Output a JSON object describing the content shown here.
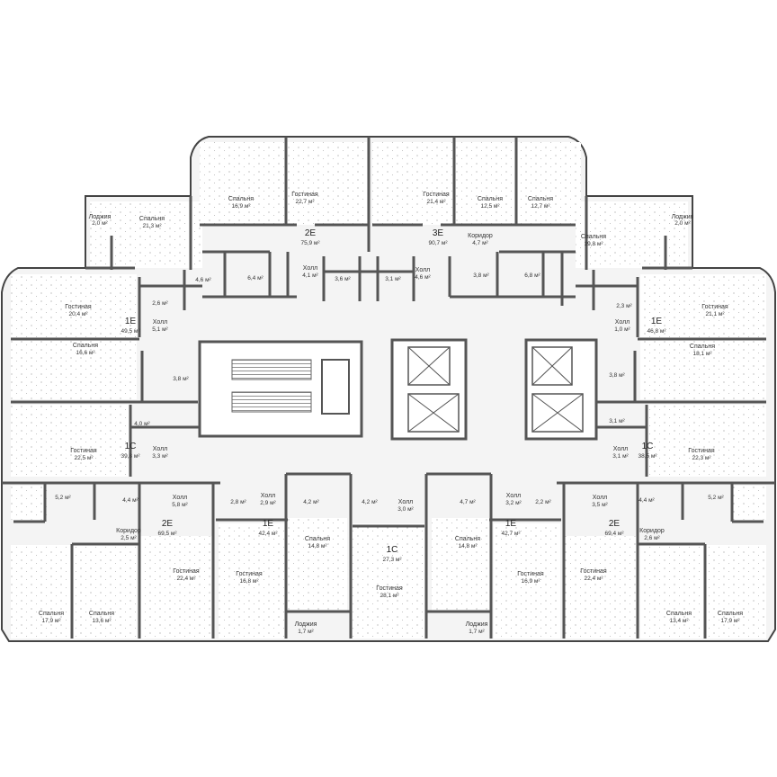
{
  "units": [
    {
      "id": "2E-top-left",
      "type": "2E",
      "area": "75,9 м²"
    },
    {
      "id": "3E-top",
      "type": "3E",
      "area": "90,7 м²"
    },
    {
      "id": "1E-left",
      "type": "1E",
      "area": "49,5 м²"
    },
    {
      "id": "1E-right",
      "type": "1E",
      "area": "46,8 м²"
    },
    {
      "id": "1C-left",
      "type": "1C",
      "area": "39,8 м²"
    },
    {
      "id": "1C-right",
      "type": "1C",
      "area": "38,5 м²"
    },
    {
      "id": "2E-bottom-left",
      "type": "2E",
      "area": "69,5 м²"
    },
    {
      "id": "1E-bottom-left",
      "type": "1E",
      "area": "42,4 м²"
    },
    {
      "id": "1C-bottom",
      "type": "1C",
      "area": "27,3 м²"
    },
    {
      "id": "1E-bottom-right",
      "type": "1E",
      "area": "42,7 м²"
    },
    {
      "id": "2E-bottom-right",
      "type": "2E",
      "area": "69,4 м²"
    }
  ],
  "rooms": [
    {
      "name": "Лоджия",
      "area": "2,0 м²"
    },
    {
      "name": "Спальня",
      "area": "21,3 м²"
    },
    {
      "name": "Спальня",
      "area": "16,9 м²"
    },
    {
      "name": "Гостиная",
      "area": "22,7 м²"
    },
    {
      "name": "Холл",
      "area": "4,1 м²"
    },
    {
      "name": "",
      "area": "4,6 м²"
    },
    {
      "name": "",
      "area": "6,4 м²"
    },
    {
      "name": "",
      "area": "3,6 м²"
    },
    {
      "name": "",
      "area": "3,1 м²"
    },
    {
      "name": "Холл",
      "area": "4,6 м²"
    },
    {
      "name": "Гостиная",
      "area": "21,4 м²"
    },
    {
      "name": "Спальня",
      "area": "12,5 м²"
    },
    {
      "name": "Спальня",
      "area": "12,7 м²"
    },
    {
      "name": "Коридор",
      "area": "4,7 м²"
    },
    {
      "name": "",
      "area": "3,8 м²"
    },
    {
      "name": "",
      "area": "6,8 м²"
    },
    {
      "name": "Спальня",
      "area": "19,8 м²"
    },
    {
      "name": "Лоджия",
      "area": "2,0 м²"
    },
    {
      "name": "Гостиная",
      "area": "20,4 м²"
    },
    {
      "name": "",
      "area": "2,6 м²"
    },
    {
      "name": "Холл",
      "area": "5,1 м²"
    },
    {
      "name": "Спальня",
      "area": "16,6 м²"
    },
    {
      "name": "",
      "area": "3,8 м²"
    },
    {
      "name": "",
      "area": "2,3 м²"
    },
    {
      "name": "Холл",
      "area": "1,0 м²"
    },
    {
      "name": "Гостиная",
      "area": "21,1 м²"
    },
    {
      "name": "Спальня",
      "area": "18,1 м²"
    },
    {
      "name": "",
      "area": "3,8 м²"
    },
    {
      "name": "",
      "area": "4,0 м²"
    },
    {
      "name": "Холл",
      "area": "3,3 м²"
    },
    {
      "name": "Гостиная",
      "area": "22,5 м²"
    },
    {
      "name": "",
      "area": "3,1 м²"
    },
    {
      "name": "Холл",
      "area": "3,1 м²"
    },
    {
      "name": "Гостиная",
      "area": "22,3 м²"
    },
    {
      "name": "",
      "area": "5,2 м²"
    },
    {
      "name": "",
      "area": "4,4 м²"
    },
    {
      "name": "Холл",
      "area": "5,8 м²"
    },
    {
      "name": "Коридор",
      "area": "2,5 м²"
    },
    {
      "name": "Гостиная",
      "area": "22,4 м²"
    },
    {
      "name": "Спальня",
      "area": "17,9 м²"
    },
    {
      "name": "Спальня",
      "area": "13,6 м²"
    },
    {
      "name": "",
      "area": "2,8 м²"
    },
    {
      "name": "Холл",
      "area": "2,9 м²"
    },
    {
      "name": "Гостиная",
      "area": "16,8 м²"
    },
    {
      "name": "",
      "area": "4,2 м²"
    },
    {
      "name": "Спальня",
      "area": "14,8 м²"
    },
    {
      "name": "",
      "area": "4,2 м²"
    },
    {
      "name": "Холл",
      "area": "3,0 м²"
    },
    {
      "name": "Гостиная",
      "area": "28,1 м²"
    },
    {
      "name": "Лоджия",
      "area": "1,7 м²"
    },
    {
      "name": "",
      "area": "4,7 м²"
    },
    {
      "name": "Холл",
      "area": "3,2 м²"
    },
    {
      "name": "Спальня",
      "area": "14,8 м²"
    },
    {
      "name": "Гостиная",
      "area": "16,9 м²"
    },
    {
      "name": "Лоджия",
      "area": "1,7 м²"
    },
    {
      "name": "",
      "area": "2,2 м²"
    },
    {
      "name": "Холл",
      "area": "3,5 м²"
    },
    {
      "name": "",
      "area": "4,4 м²"
    },
    {
      "name": "",
      "area": "5,2 м²"
    },
    {
      "name": "Коридор",
      "area": "2,6 м²"
    },
    {
      "name": "Гостиная",
      "area": "22,4 м²"
    },
    {
      "name": "Спальня",
      "area": "13,4 м²"
    },
    {
      "name": "Спальня",
      "area": "17,9 м²"
    }
  ]
}
